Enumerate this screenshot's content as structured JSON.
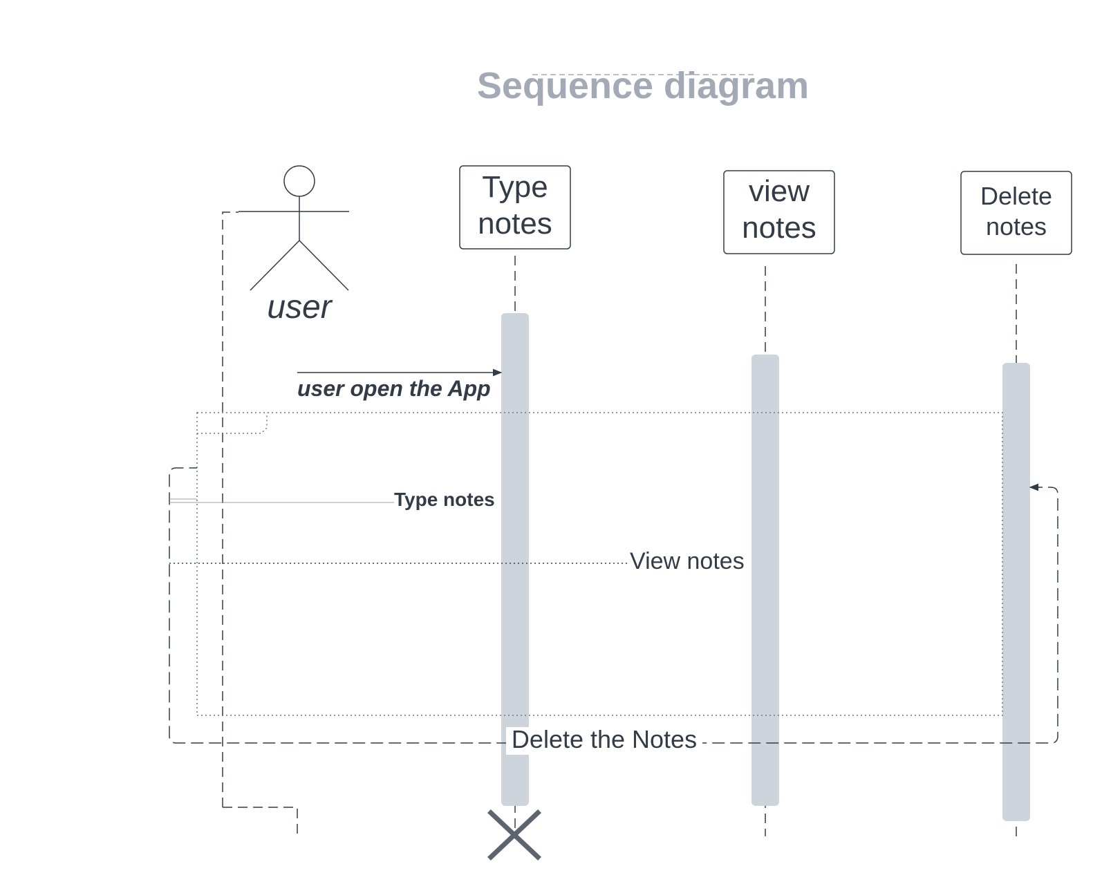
{
  "title": "Sequence diagram",
  "actor": {
    "name": "user"
  },
  "lifelines": [
    {
      "line1": "Type",
      "line2": "notes"
    },
    {
      "line1": "view",
      "line2": "notes"
    },
    {
      "line1": "Delete",
      "line2": "notes"
    }
  ],
  "messages": {
    "open_app": "user open the App",
    "type_notes": "Type notes",
    "view_notes": "View notes",
    "delete_notes": "Delete the Notes"
  },
  "colors": {
    "title": "#a3aab5",
    "activation": "#ced4dc",
    "text": "#333b47",
    "line": "#333b47",
    "destroy": "#5d6470"
  }
}
